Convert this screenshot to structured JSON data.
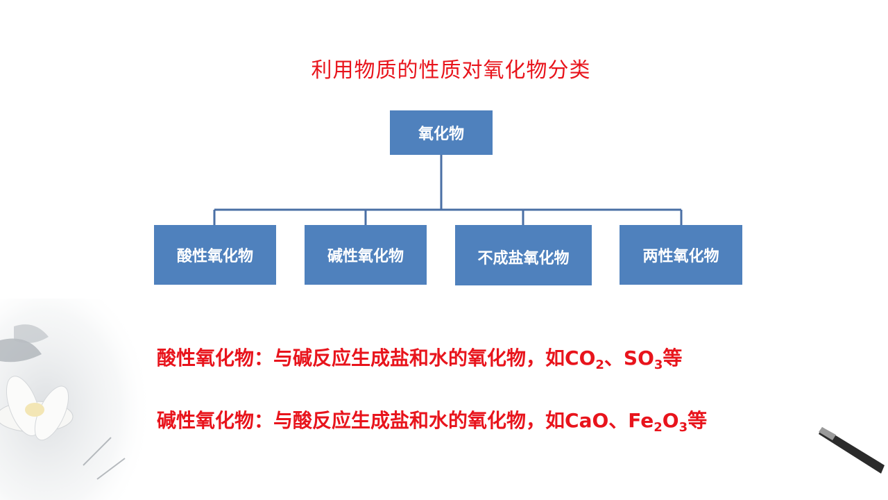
{
  "title": "利用物质的性质对氧化物分类",
  "tree": {
    "root": "氧化物",
    "children": [
      "酸性氧化物",
      "碱性氧化物",
      "不成盐氧化物",
      "两性氧化物"
    ]
  },
  "definitions": [
    {
      "text": "酸性氧化物：与碱反应生成盐和水的氧化物，如",
      "ex1": {
        "base": "CO",
        "sub": "2"
      },
      "sep": "、",
      "ex2": {
        "base": "SO",
        "sub": "3"
      },
      "end": "等"
    },
    {
      "text": "碱性氧化物：与酸反应生成盐和水的氧化物，如",
      "ex1": {
        "base": "CaO"
      },
      "sep": "、",
      "ex2": {
        "p1": "Fe",
        "s1": "2",
        "p2": "O",
        "s2": "3"
      },
      "end": "等"
    }
  ],
  "colors": {
    "title": "#e8141c",
    "box": "#4f81bd",
    "line": "#4a6fa5"
  }
}
